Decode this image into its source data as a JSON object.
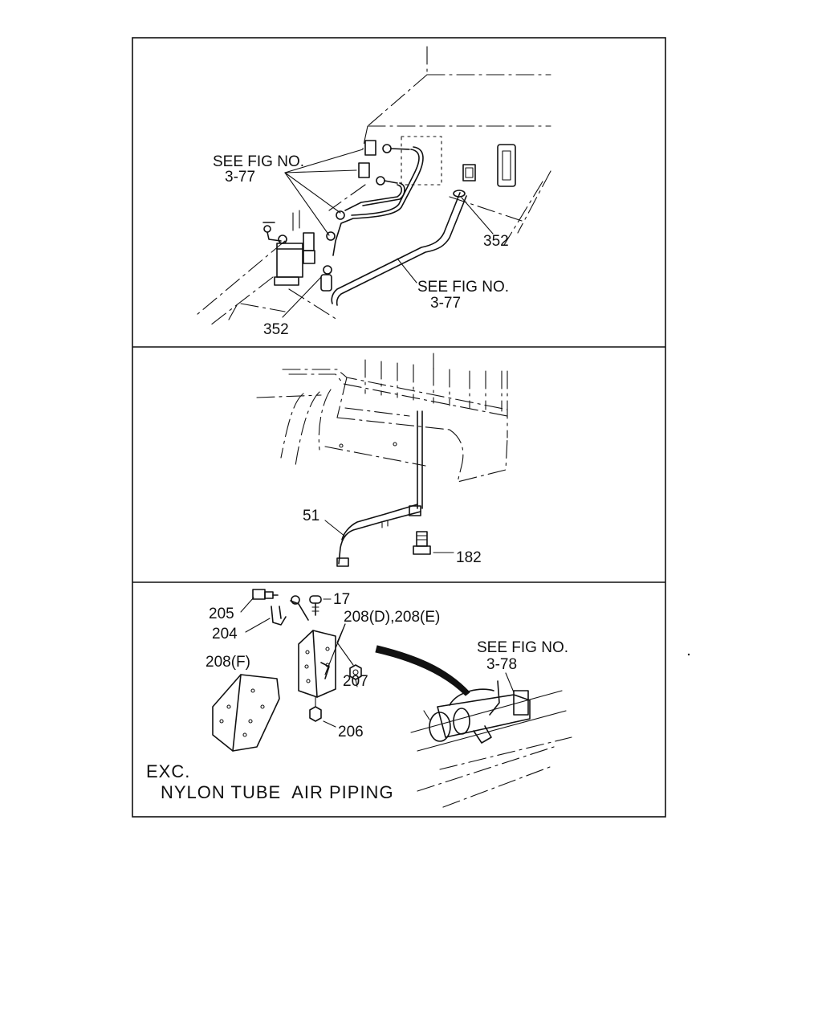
{
  "panels": [
    {
      "labels": {
        "see_fig_a_line1": "SEE FIG NO.",
        "see_fig_a_line2": "3-77",
        "part_352_right": "352",
        "see_fig_b_line1": "SEE FIG NO.",
        "see_fig_b_line2": "3-77",
        "part_352_left": "352"
      }
    },
    {
      "labels": {
        "part_51": "51",
        "part_182": "182"
      }
    },
    {
      "labels": {
        "part_205": "205",
        "part_17": "17",
        "part_204": "204",
        "part_208de": "208(D),208(E)",
        "part_208f": "208(F)",
        "part_207": "207",
        "part_206": "206",
        "see_fig_c_line1": "SEE FIG NO.",
        "see_fig_c_line2": "3-78",
        "note_line1": "EXC.",
        "note_line2": "NYLON TUBE  AIR PIPING"
      }
    }
  ]
}
